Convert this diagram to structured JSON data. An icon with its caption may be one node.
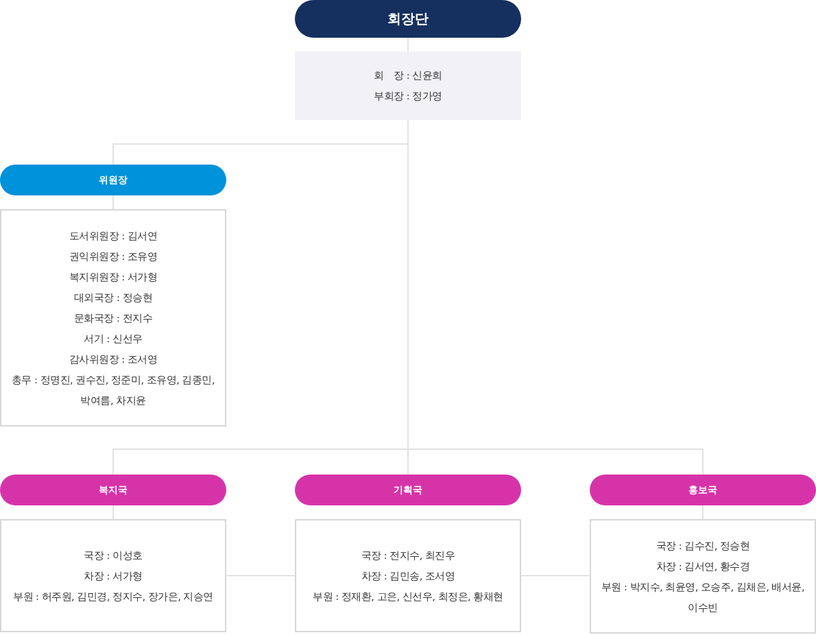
{
  "diagram": {
    "nodes": [
      {
        "text": [
          "회장단"
        ]
      },
      {
        "text": [
          "회　장 : 신윤희",
          "부회장 : 정가영"
        ]
      },
      {
        "text": [
          "위원장"
        ]
      },
      {
        "text": [
          "도서위원장 : 김서연",
          "권익위원장 : 조유영",
          "복지위원장 : 서가형",
          "대외국장 : 정승현",
          "문화국장 : 전지수",
          "서기 : 신선우",
          "감사위원장 : 조서영",
          "총무 : 정명진, 권수진, 정준미, 조유영, 김종민, 박여름, 차지윤"
        ]
      },
      {
        "text": [
          "복지국"
        ]
      },
      {
        "text": [
          "국장 : 이성호",
          "차장 : 서가형",
          "부원 : 허주원, 김민경, 정지수, 장가은, 지승연"
        ]
      },
      {
        "text": [
          "기획국"
        ]
      },
      {
        "text": [
          "국장 : 전지수, 최진우",
          "차장 : 김민송, 조서영",
          "부원 : 정재환, 고은, 신선우, 최정은, 황채현"
        ]
      },
      {
        "text": [
          "홍보국"
        ]
      },
      {
        "text": [
          "국장 : 김수진, 정승현",
          "차장 : 김서연, 황수경",
          "부원 : 박지수, 최윤영, 오승주, 김채은, 배서윤, 이수빈"
        ]
      }
    ],
    "edges": [
      {
        "from": 0,
        "to": 1,
        "arrow": "none"
      },
      {
        "from": 1,
        "to": 2,
        "arrow": "none"
      },
      {
        "from": 2,
        "to": 3,
        "arrow": "none"
      },
      {
        "from": 1,
        "to": 4,
        "arrow": "none"
      },
      {
        "from": 1,
        "to": 6,
        "arrow": "none"
      },
      {
        "from": 1,
        "to": 8,
        "arrow": "none"
      },
      {
        "from": 4,
        "to": 5,
        "arrow": "none"
      },
      {
        "from": 8,
        "to": 9,
        "arrow": "none"
      },
      {
        "from": 5,
        "to": 7,
        "arrow": "none"
      },
      {
        "from": 7,
        "to": 9,
        "arrow": "none"
      }
    ]
  }
}
